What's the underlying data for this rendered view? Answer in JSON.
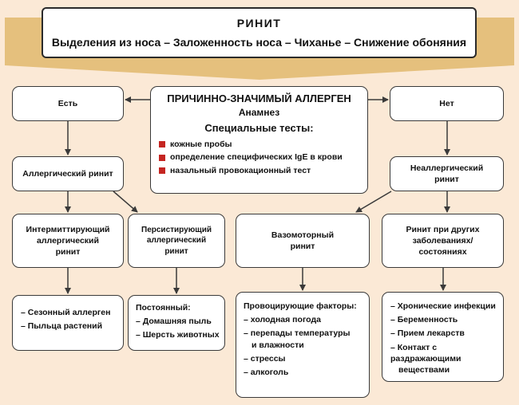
{
  "title": {
    "heading": "РИНИТ",
    "symptoms": "Выделения из носа – Заложенность носа – Чиханье – Снижение обоняния"
  },
  "yes_label": "Есть",
  "no_label": "Нет",
  "allergen": {
    "heading": "ПРИЧИННО-ЗНАЧИМЫЙ АЛЛЕРГЕН",
    "anamnesis": "Анамнез",
    "tests_title": "Специальные тесты:",
    "tests": [
      "кожные пробы",
      "определение специфических IgE в крови",
      "назальный провокационный тест"
    ],
    "bullet_color": "#c52521"
  },
  "allergic": "Аллергический ринит",
  "nonallergic": "Неаллергический ринит",
  "intermittent": "Интермиттирующий аллергический ринит",
  "persistent": "Персистирующий аллергический ринит",
  "vasomotor": "Вазомоторный ринит",
  "other": "Ринит при других заболеваниях/ состояниях",
  "seasonal": {
    "items": [
      "– Сезонный аллерген",
      "– Пыльца растений"
    ]
  },
  "persistent_details": {
    "title": "Постоянный:",
    "items": [
      "– Домашняя пыль",
      "– Шерсть животных"
    ]
  },
  "factors": {
    "title": "Провоцирующие факторы:",
    "items": [
      "– холодная погода",
      "– перепады температуры",
      "и влажности",
      "– стрессы",
      "– алкоголь"
    ]
  },
  "other_details": {
    "items": [
      "– Хронические инфекции",
      "– Беременность",
      "– Прием лекарств",
      "– Контакт с раздражающими",
      "веществами"
    ]
  },
  "colors": {
    "background": "#fbe9d6",
    "banner": "#e5c07d",
    "line": "#3a3a3a"
  }
}
